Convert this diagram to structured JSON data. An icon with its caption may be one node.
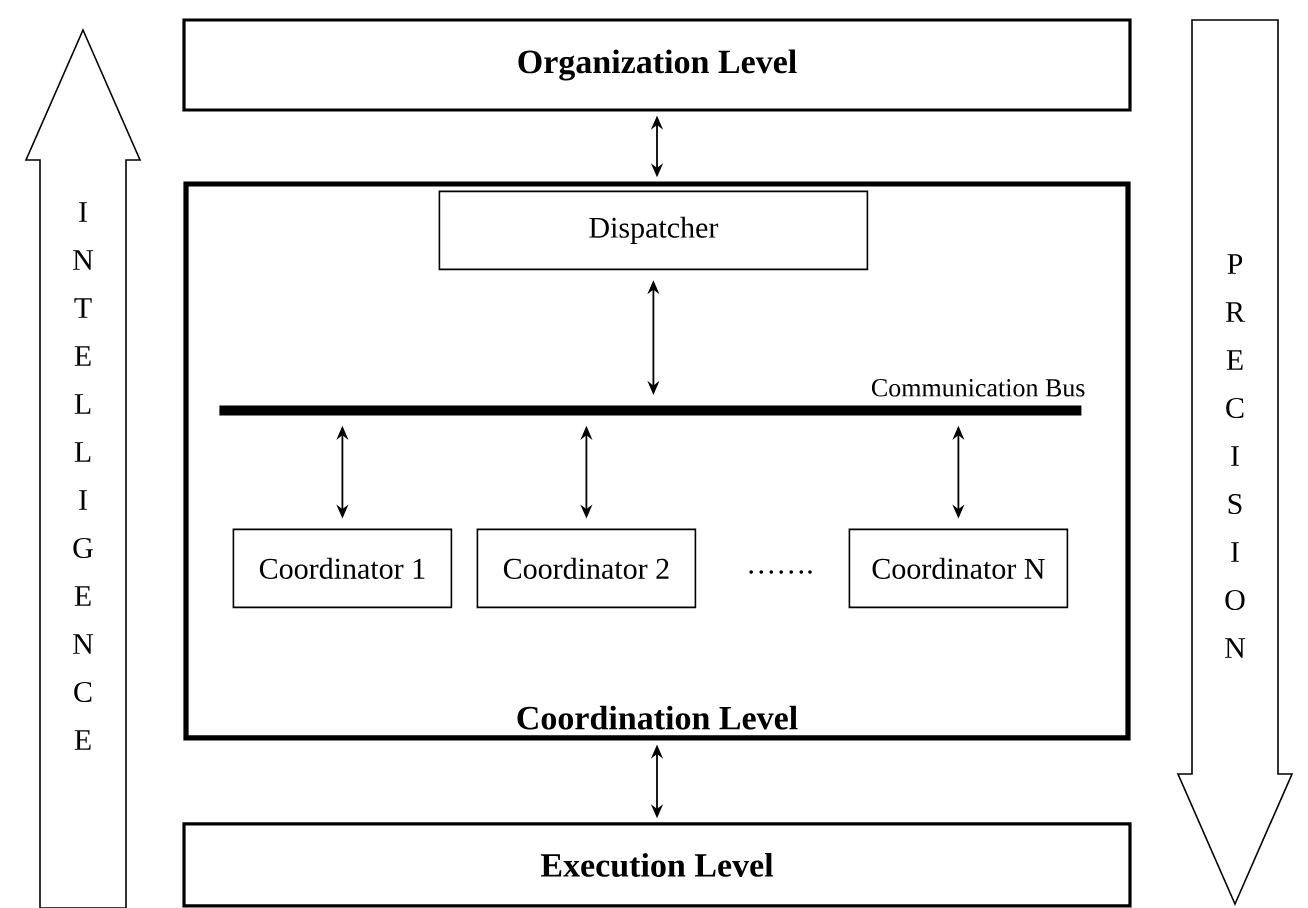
{
  "diagram": {
    "nodes": [
      {
        "text": [
          "Organization Level"
        ]
      },
      {
        "text": [
          "Coordination Level"
        ]
      },
      {
        "text": [
          "Dispatcher"
        ],
        "in": 1
      },
      {
        "text": [
          "Communication Bus"
        ],
        "in": 1
      },
      {
        "text": [
          "Coordinator 1"
        ],
        "in": 1
      },
      {
        "text": [
          "Coordinator 2"
        ],
        "in": 1
      },
      {
        "text": [
          "Coordinator N"
        ],
        "in": 1
      },
      {
        "text": [
          "Execution Level"
        ]
      },
      {
        "text": [
          "INTELLIGENCE"
        ]
      },
      {
        "text": [
          "PRECISION"
        ]
      }
    ],
    "edges": [
      {
        "from": 0,
        "to": 1,
        "arrow": "both"
      },
      {
        "from": 2,
        "to": 3,
        "arrow": "both"
      },
      {
        "from": 3,
        "to": 4,
        "arrow": "both"
      },
      {
        "from": 3,
        "to": 5,
        "arrow": "both"
      },
      {
        "from": 3,
        "to": 6,
        "arrow": "both"
      },
      {
        "from": 1,
        "to": 7,
        "arrow": "both"
      }
    ],
    "labels": [
      "……."
    ]
  }
}
